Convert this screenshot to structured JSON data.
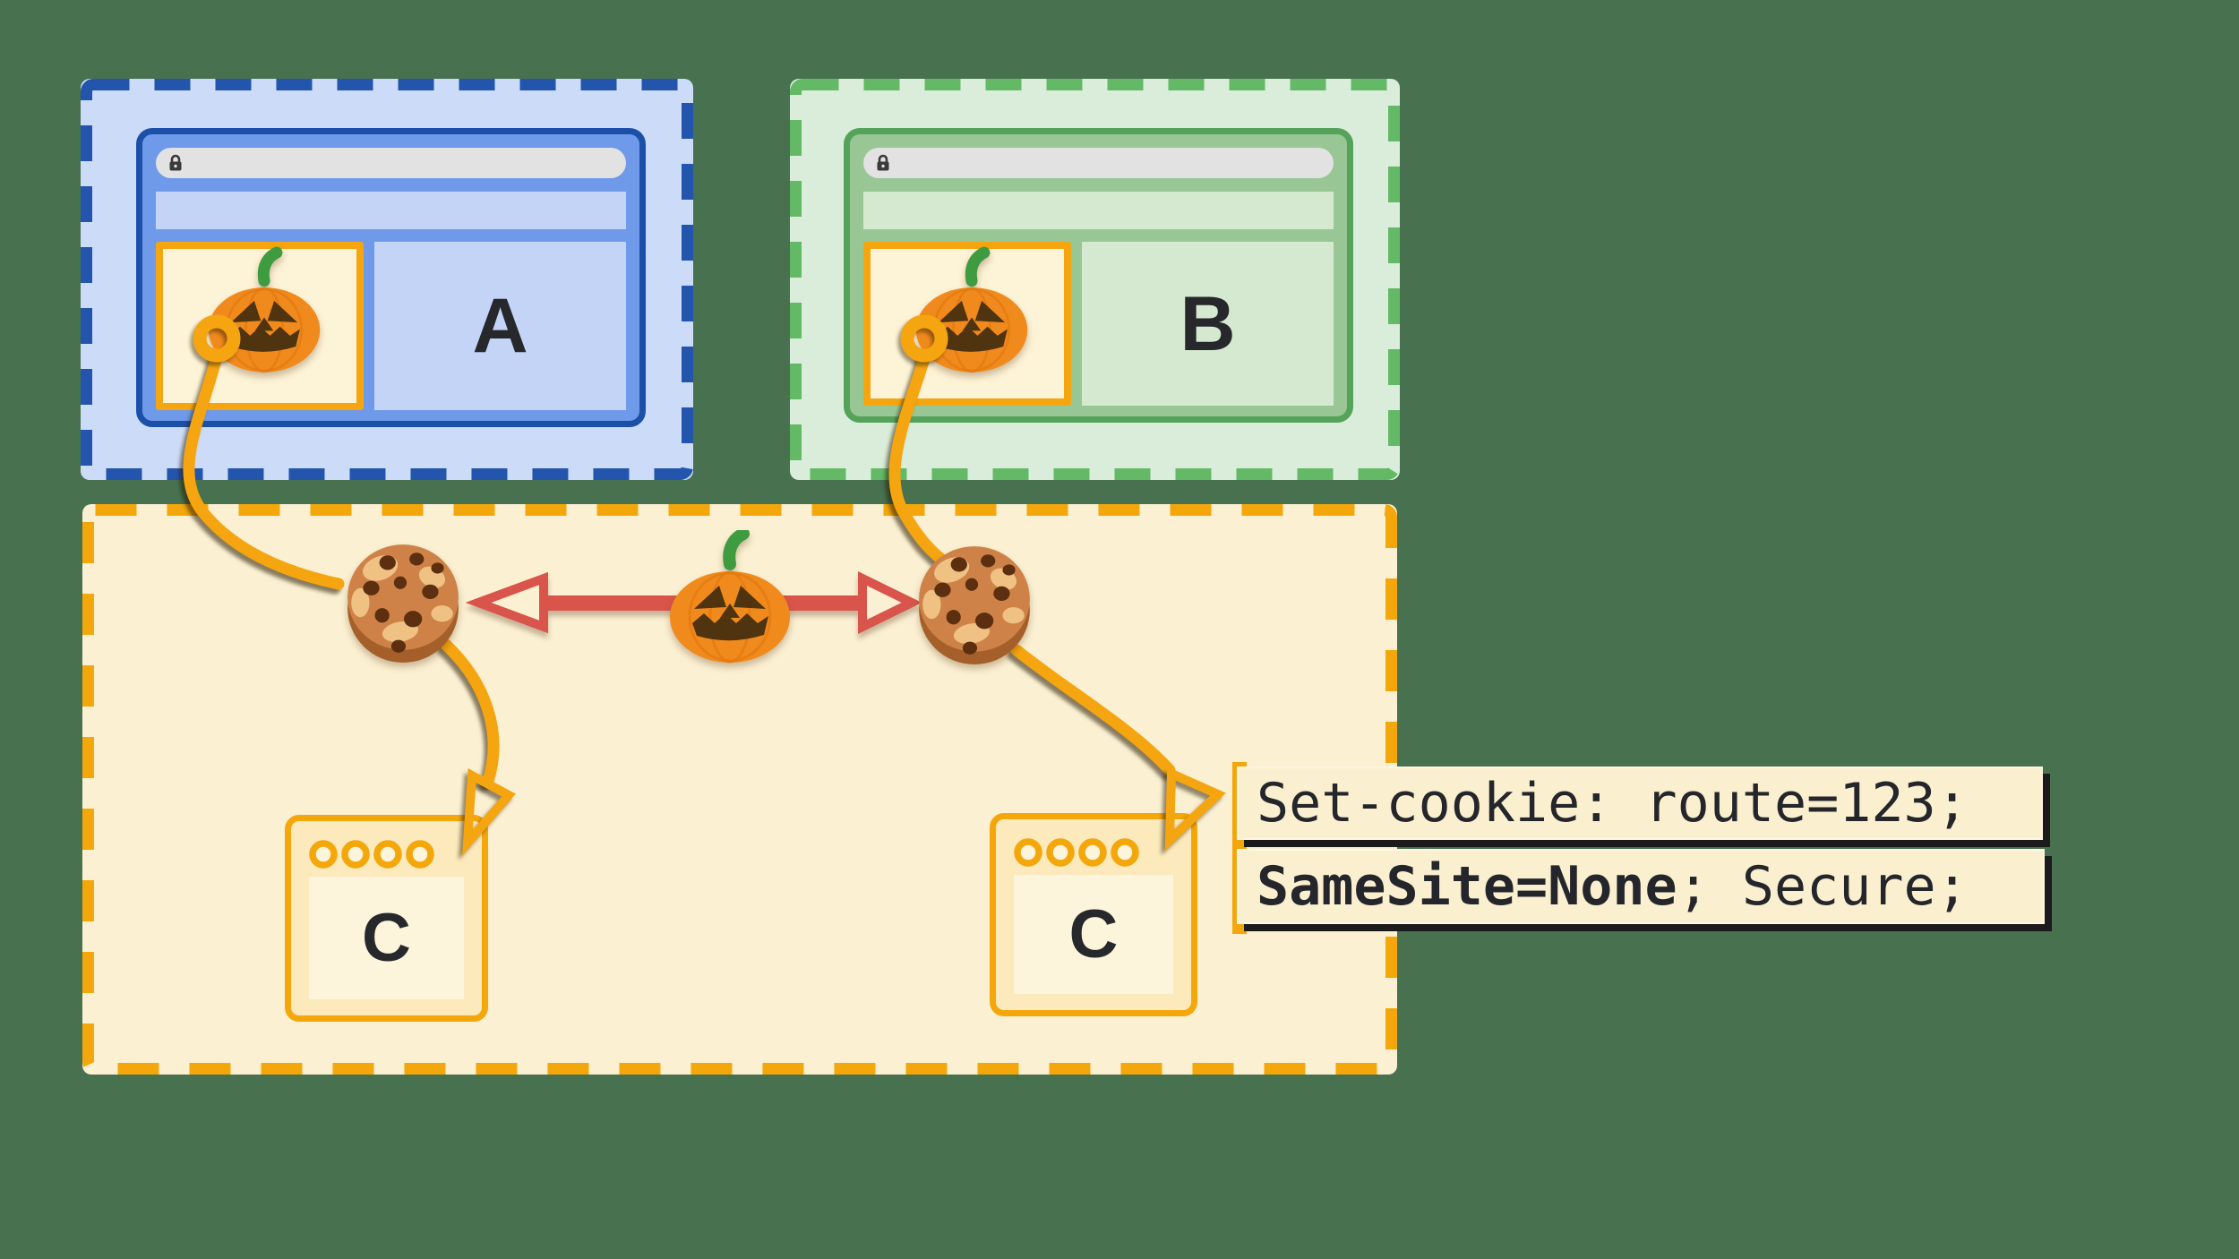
{
  "diagram": {
    "description": "Third-party cookie diagram: sites A and B embed a third-party iframe from site C, which sets a cross-site cookie",
    "sites": {
      "a": {
        "label": "A"
      },
      "b": {
        "label": "B"
      },
      "c_left": {
        "label": "C"
      },
      "c_right": {
        "label": "C"
      }
    },
    "code_label": {
      "line1": "Set-cookie: route=123;",
      "line2_bold": "SameSite=None",
      "line2_rest": "; Secure;"
    },
    "icons": [
      "lock-icon",
      "pumpkin-icon",
      "cookie-icon",
      "cookie-anchor-ring-icon",
      "window-dots-icon",
      "orange-arrowhead-icon",
      "red-double-arrow-icon"
    ],
    "colors": {
      "page_background": "#47714F",
      "site_a_dash": "#2355AD",
      "site_a_fill": "#CCDCF8",
      "site_a_window": "#6F9AE9",
      "site_a_window_border": "#1C50A8",
      "site_a_panel": "#C3D4F6",
      "site_b_dash": "#64B967",
      "site_b_fill": "#DAEDDA",
      "site_b_window": "#98C795",
      "site_b_window_border": "#55A35A",
      "site_b_panel": "#D5E9D1",
      "site_c_dash": "#F3A70B",
      "site_c_fill": "#FBF0D2",
      "iframe_border": "#F5A50F",
      "iframe_fill": "#FDF3D6",
      "address_bar": "#E2E2E2",
      "cookie_flow": "#F5A50F",
      "red_arrow": "#D9544A",
      "code_box_bg": "#FAF0D0",
      "code_text": "#25262B",
      "letter_color": "#26282B"
    }
  }
}
